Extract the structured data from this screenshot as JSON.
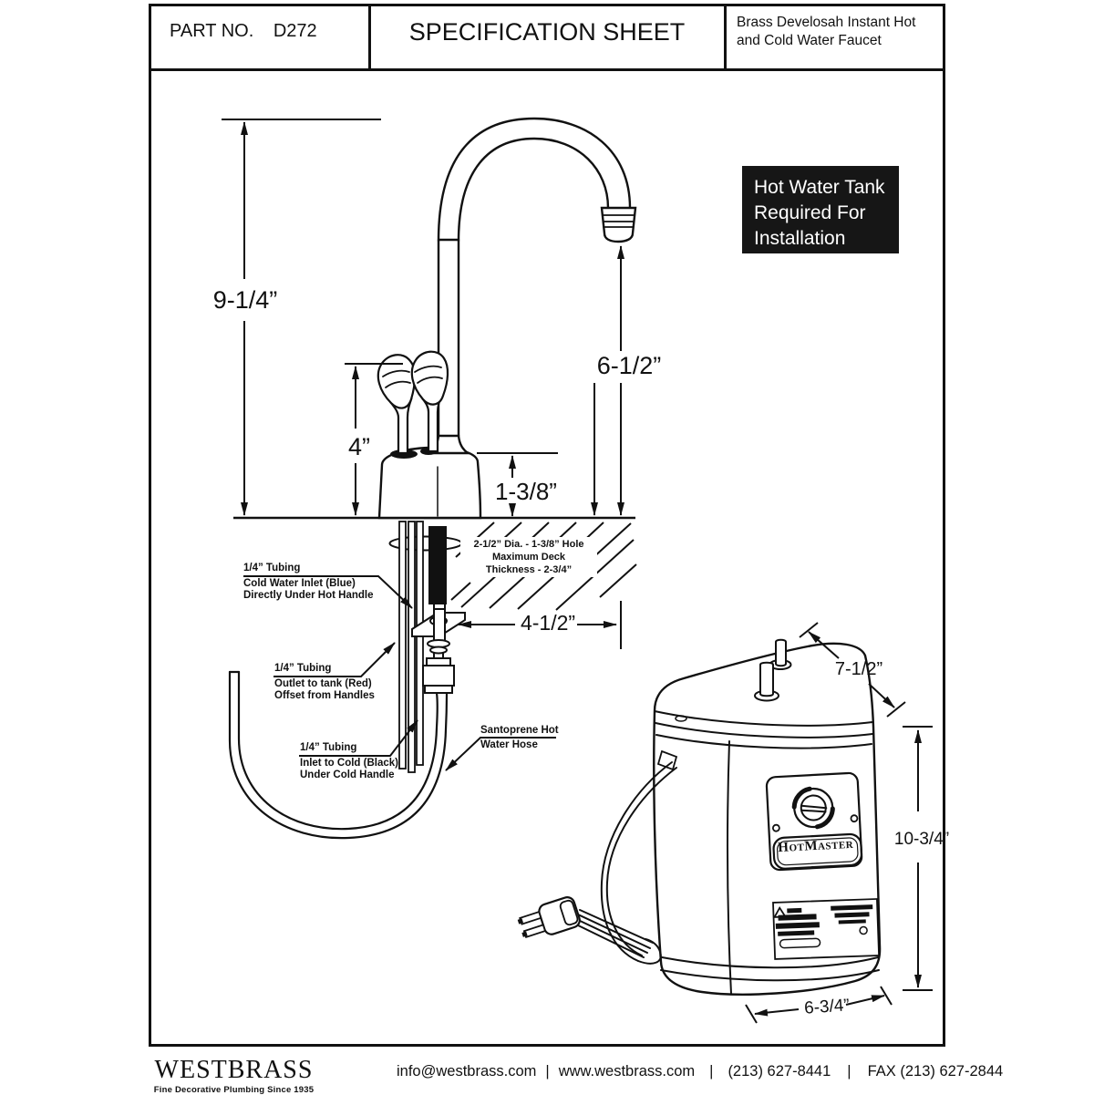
{
  "header": {
    "part_label": "PART NO.",
    "part_number": "D272",
    "title": "SPECIFICATION SHEET",
    "product_line1": "Brass Develosah Instant Hot",
    "product_line2": "and Cold Water Faucet"
  },
  "notice": {
    "line1": "Hot Water Tank",
    "line2": "Required For",
    "line3": "Installation"
  },
  "diagram": {
    "dim_overall_height": "9-1/4”",
    "dim_handle_height": "4”",
    "dim_spout_height": "6-1/2”",
    "dim_base_height": "1-3/8”",
    "dim_under_deck": "4-1/2”",
    "deck_note_line1": "2-1/2” Dia. - 1-3/8” Hole",
    "deck_note_line2": "Maximum Deck",
    "deck_note_line3": "Thickness - 2-3/4”",
    "callouts": {
      "cold_inlet": {
        "line1": "1/4” Tubing",
        "line2": "Cold Water Inlet (Blue)",
        "line3": "Directly Under Hot Handle"
      },
      "outlet_tank": {
        "line1": "1/4” Tubing",
        "line2": "Outlet to tank (Red)",
        "line3": "Offset from Handles"
      },
      "inlet_cold": {
        "line1": "1/4” Tubing",
        "line2": "Inlet to Cold (Black)",
        "line3": "Under Cold Handle"
      },
      "hose": {
        "line1": "Santoprene Hot",
        "line2": "Water Hose"
      }
    }
  },
  "tank": {
    "brand": "HotMaster",
    "dim_depth": "7-1/2”",
    "dim_height": "10-3/4”",
    "dim_width": "6-3/4”"
  },
  "footer": {
    "brand": "WESTBRASS",
    "tagline": "Fine Decorative Plumbing Since 1935",
    "email": "info@westbrass.com",
    "website": "www.westbrass.com",
    "phone": "(213) 627-8441",
    "fax": "FAX (213) 627-2844",
    "sep": "|"
  }
}
